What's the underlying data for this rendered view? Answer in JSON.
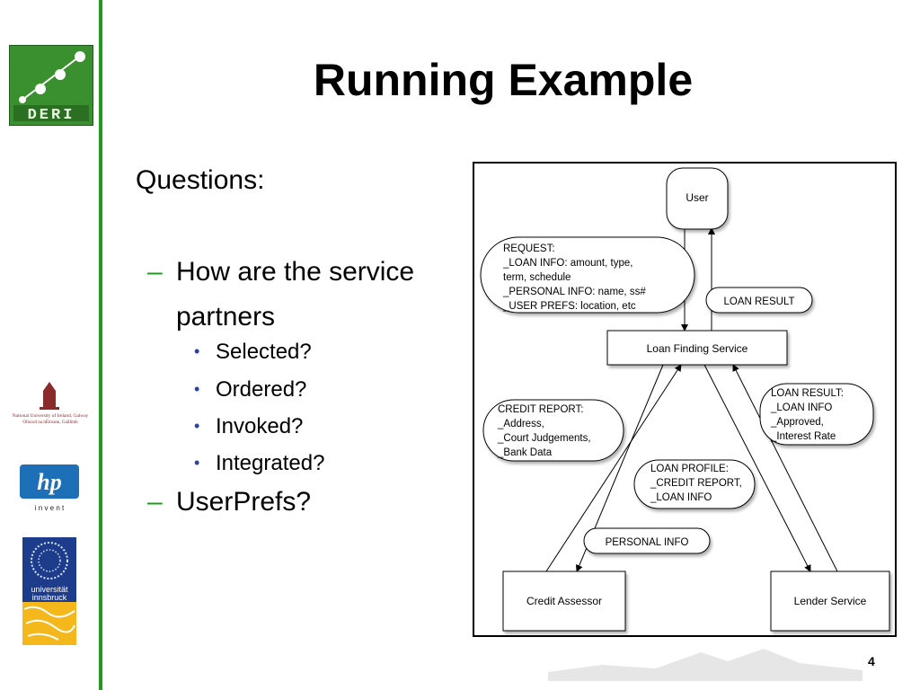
{
  "slide": {
    "title": "Running Example",
    "page_number": "4"
  },
  "content": {
    "heading": "Questions:",
    "items": [
      {
        "dash": "–",
        "text_line1": "How are the service",
        "text_line2": "partners"
      },
      {
        "dash": "–",
        "text": "UserPrefs?"
      }
    ],
    "bullets": [
      "Selected?",
      "Ordered?",
      "Invoked?",
      "Integrated?"
    ],
    "bullet_char": "•"
  },
  "logos": {
    "deri": "DERI",
    "nuig_line1": "National University of Ireland, Galway",
    "nuig_line2": "Ollscoil na hÉireann, Gaillimh",
    "hp_mark": "hp",
    "hp_tagline": "i n v e n t",
    "uibk_line1": "universität",
    "uibk_line2": "innsbruck"
  },
  "diagram": {
    "nodes": {
      "user": "User",
      "loan_finding": "Loan Finding Service",
      "credit_assessor": "Credit Assessor",
      "lender_service": "Lender Service"
    },
    "messages": {
      "request": [
        "REQUEST:",
        "_LOAN INFO: amount, type,",
        "term, schedule",
        "_PERSONAL INFO: name, ss#",
        "_USER PREFS: location, etc"
      ],
      "loan_result_top": "LOAN RESULT",
      "credit_report": [
        "CREDIT REPORT:",
        "_Address,",
        "_Court Judgements,",
        "_Bank Data"
      ],
      "loan_result_right": [
        "LOAN RESULT:",
        "_LOAN INFO",
        "_Approved,",
        "_Interest Rate"
      ],
      "loan_profile": [
        "LOAN PROFILE:",
        "_CREDIT REPORT,",
        "_LOAN INFO"
      ],
      "personal_info": "PERSONAL INFO"
    }
  },
  "colors": {
    "accent_green": "#1f9a1f",
    "bullet_blue": "#2c3fa8",
    "hp_blue": "#1d6fb8",
    "deri_green": "#3a8f2e"
  }
}
